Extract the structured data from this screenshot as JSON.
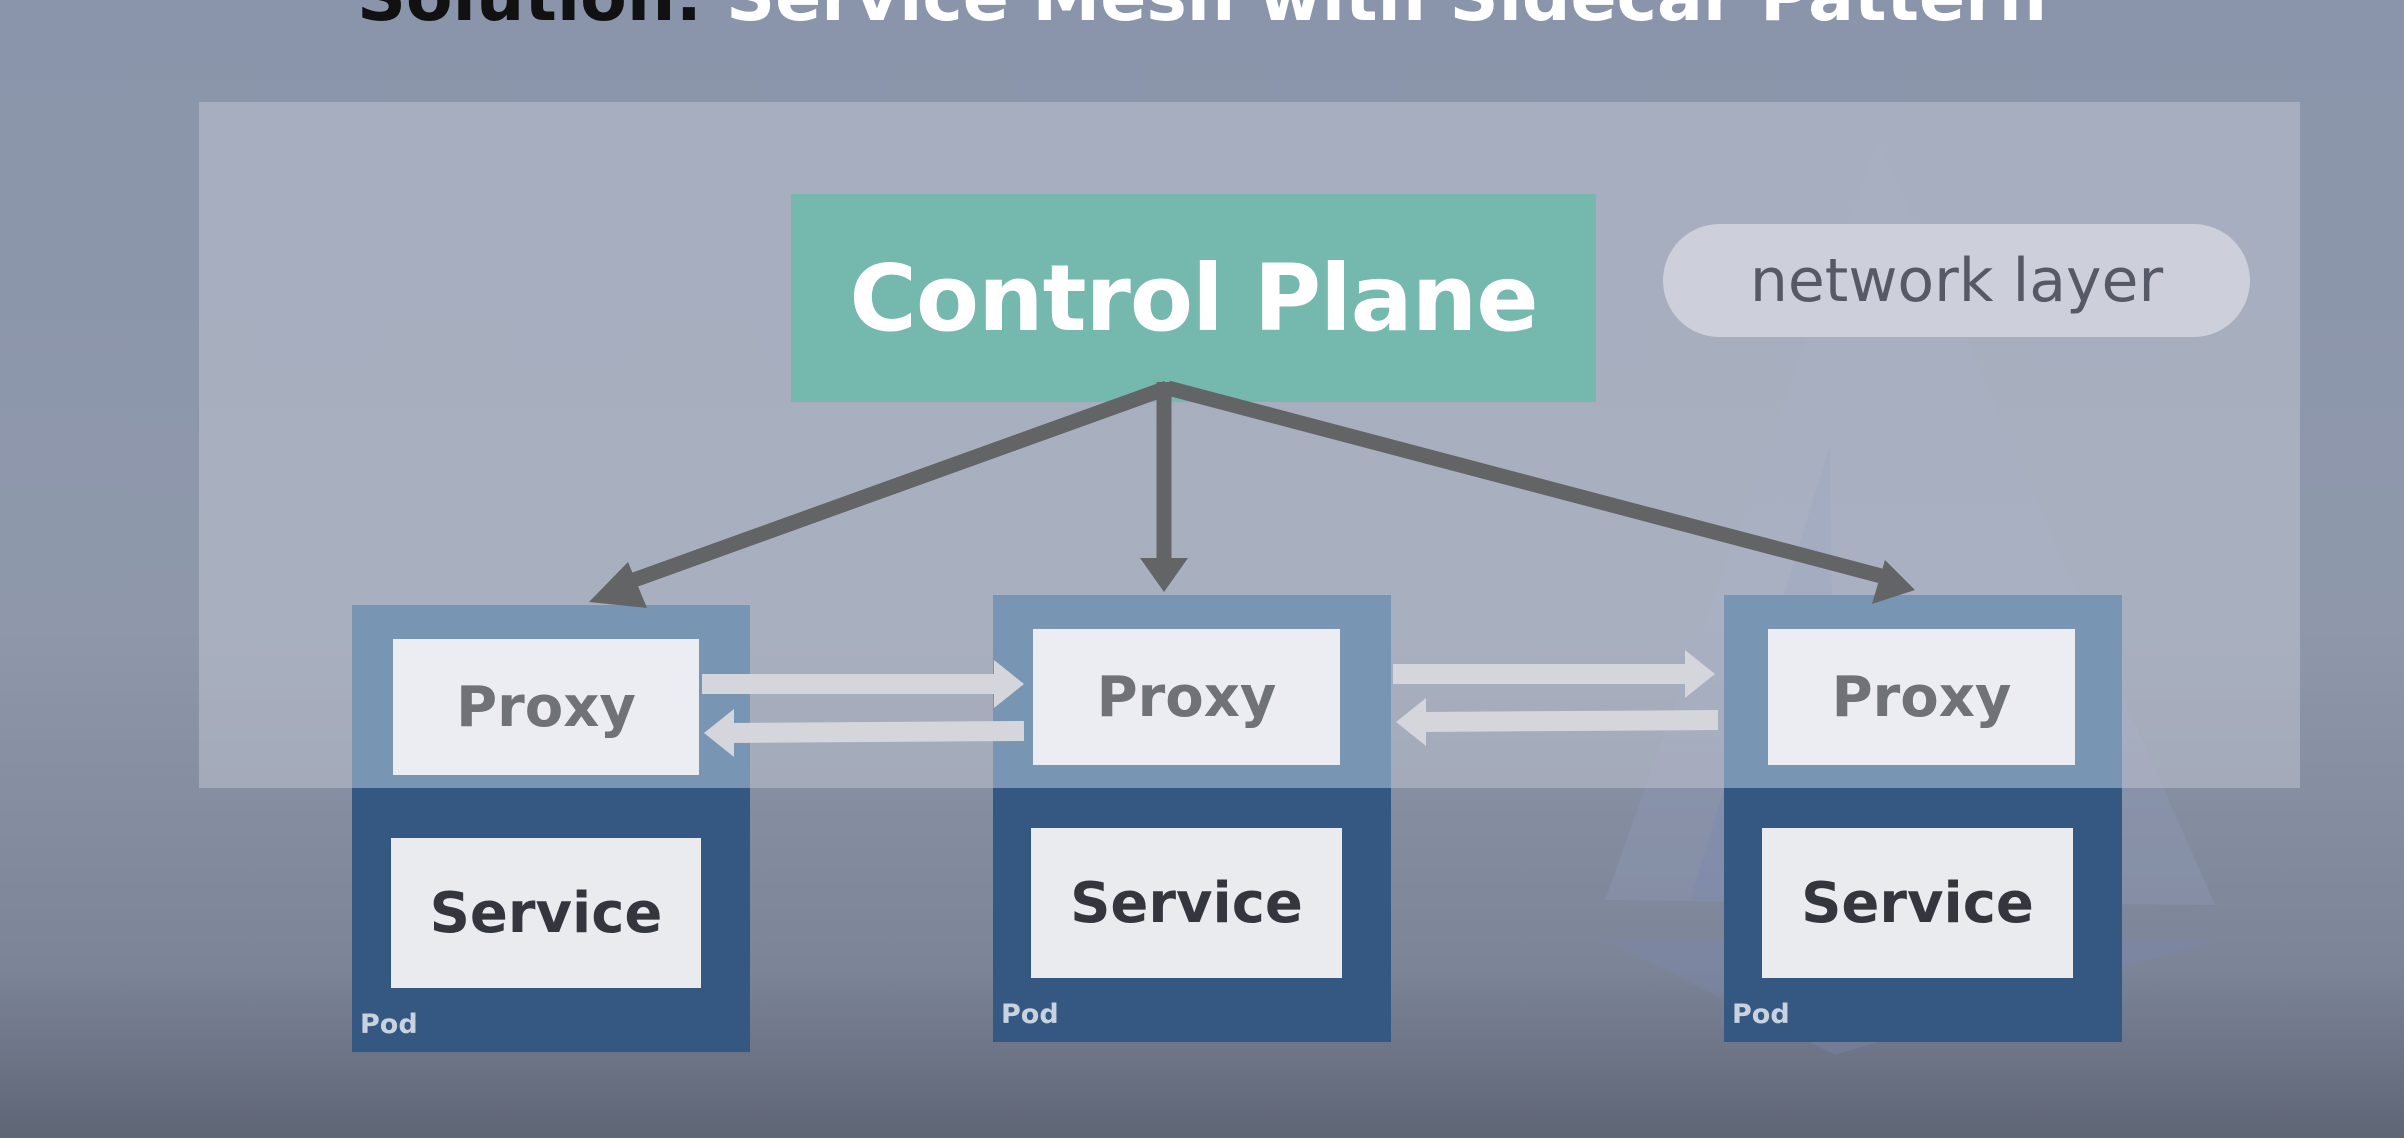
{
  "title": {
    "lead": "Solution:",
    "rest": "Service Mesh with Sidecar Pattern"
  },
  "layer_label": "network layer",
  "control_plane": {
    "label": "Control Plane",
    "color": "#74b8ae"
  },
  "pods": [
    {
      "proxy": "Proxy",
      "service": "Service",
      "label": "Pod"
    },
    {
      "proxy": "Proxy",
      "service": "Service",
      "label": "Pod"
    },
    {
      "proxy": "Proxy",
      "service": "Service",
      "label": "Pod"
    }
  ],
  "colors": {
    "pod_top": "#7895b3",
    "pod_bottom": "#355883",
    "arrow_dark": "#636466",
    "arrow_light": "#d4d6db"
  }
}
